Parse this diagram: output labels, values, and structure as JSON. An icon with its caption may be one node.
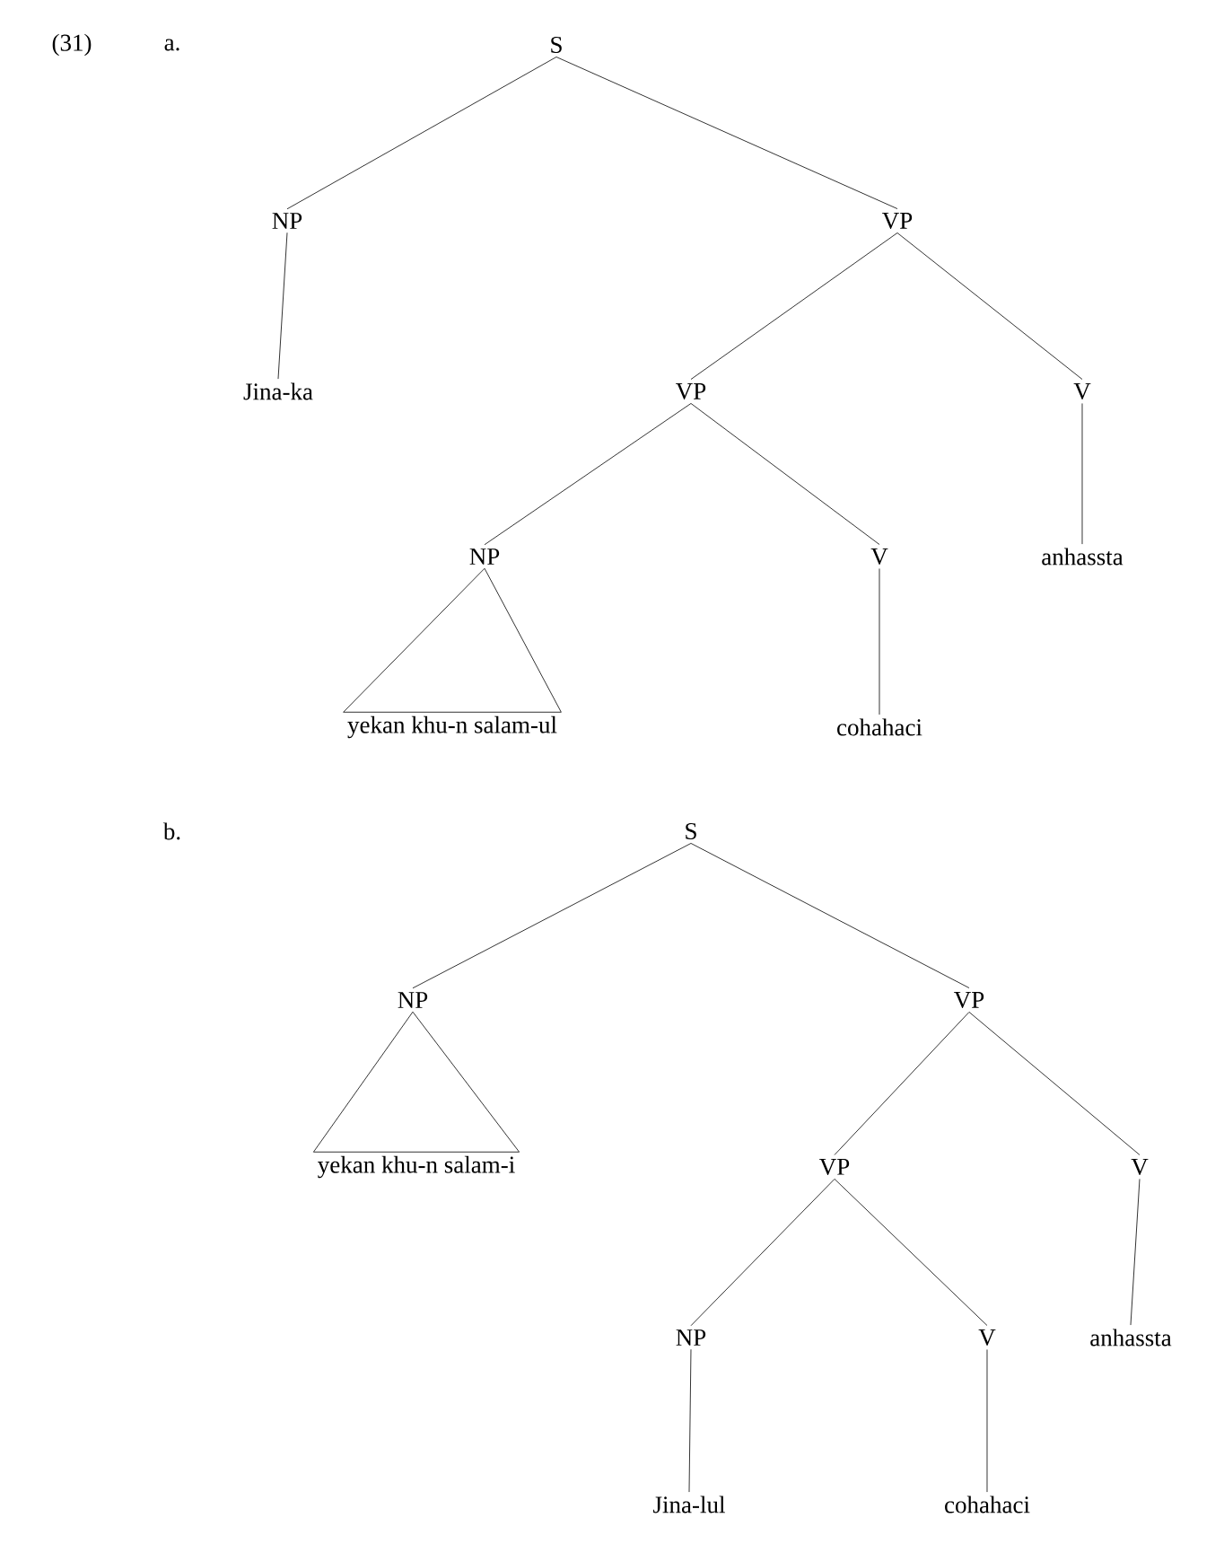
{
  "diagram": {
    "nodes": [
      {
        "text": [
          "S"
        ]
      },
      {
        "text": [
          "NP"
        ]
      },
      {
        "text": [
          "VP"
        ]
      },
      {
        "text": [
          "Jina-ka"
        ]
      },
      {
        "text": [
          "VP"
        ]
      },
      {
        "text": [
          "V"
        ]
      },
      {
        "text": [
          "NP"
        ]
      },
      {
        "text": [
          "V"
        ]
      },
      {
        "text": [
          "anhassta"
        ]
      },
      {
        "text": [
          "yekan khu-n salam-ul"
        ]
      },
      {
        "text": [
          "cohahaci"
        ]
      },
      {
        "text": [
          "S"
        ]
      },
      {
        "text": [
          "NP"
        ]
      },
      {
        "text": [
          "VP"
        ]
      },
      {
        "text": [
          "yekan khu-n salam-i"
        ]
      },
      {
        "text": [
          "VP"
        ]
      },
      {
        "text": [
          "V"
        ]
      },
      {
        "text": [
          "NP"
        ]
      },
      {
        "text": [
          "V"
        ]
      },
      {
        "text": [
          "anhassta"
        ]
      },
      {
        "text": [
          "Jina-lul"
        ]
      },
      {
        "text": [
          "cohahaci"
        ]
      }
    ],
    "edges": [
      {
        "from": 0,
        "to": 1,
        "arrow": "none"
      },
      {
        "from": 0,
        "to": 2,
        "arrow": "none"
      },
      {
        "from": 1,
        "to": 3,
        "arrow": "none"
      },
      {
        "from": 2,
        "to": 4,
        "arrow": "none"
      },
      {
        "from": 2,
        "to": 5,
        "arrow": "none"
      },
      {
        "from": 4,
        "to": 6,
        "arrow": "none"
      },
      {
        "from": 4,
        "to": 7,
        "arrow": "none"
      },
      {
        "from": 5,
        "to": 8,
        "arrow": "none"
      },
      {
        "from": 6,
        "to": 9,
        "arrow": "none"
      },
      {
        "from": 7,
        "to": 10,
        "arrow": "none"
      },
      {
        "from": 11,
        "to": 12,
        "arrow": "none"
      },
      {
        "from": 11,
        "to": 13,
        "arrow": "none"
      },
      {
        "from": 12,
        "to": 14,
        "arrow": "none"
      },
      {
        "from": 13,
        "to": 15,
        "arrow": "none"
      },
      {
        "from": 13,
        "to": 16,
        "arrow": "none"
      },
      {
        "from": 15,
        "to": 17,
        "arrow": "none"
      },
      {
        "from": 15,
        "to": 18,
        "arrow": "none"
      },
      {
        "from": 16,
        "to": 19,
        "arrow": "none"
      },
      {
        "from": 17,
        "to": 20,
        "arrow": "none"
      },
      {
        "from": 18,
        "to": 21,
        "arrow": "none"
      }
    ],
    "labels": [
      "(31)",
      "a.",
      "b."
    ]
  }
}
